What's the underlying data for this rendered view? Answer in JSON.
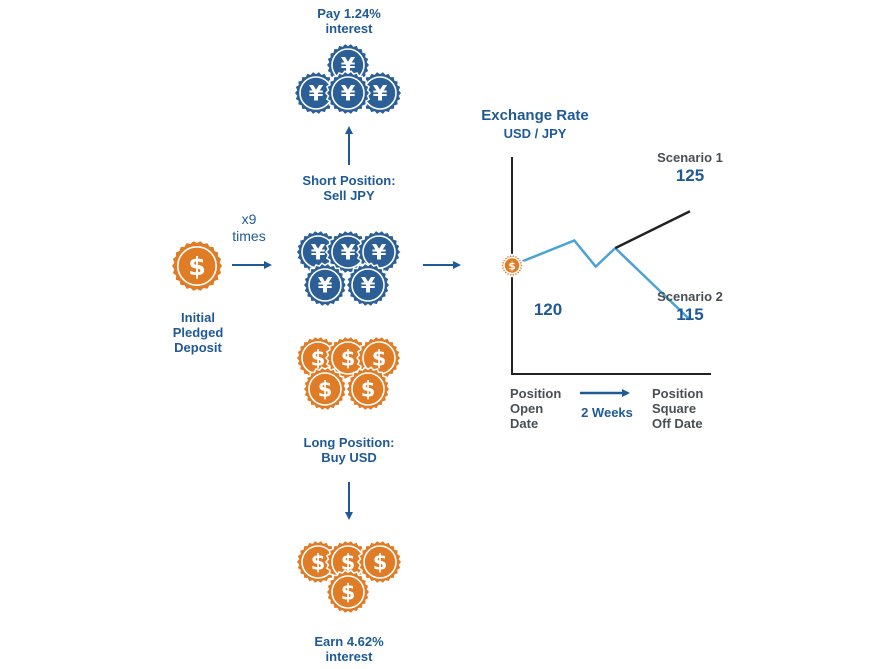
{
  "colors": {
    "blue": "#2b5f96",
    "orange": "#e07b26",
    "text_blue": "#1f5a96",
    "scenario1_line": "#222222",
    "scenario2_line": "#4aa3d6"
  },
  "icons": {
    "yen": "¥",
    "dollar": "$"
  },
  "short_interest": {
    "line1": "Pay 1.24%",
    "line2": "interest"
  },
  "short_position": {
    "line1": "Short Position:",
    "line2": "Sell JPY"
  },
  "leverage": {
    "line1": "x9",
    "line2": "times"
  },
  "deposit": {
    "line1": "Initial",
    "line2": "Pledged",
    "line3": "Deposit"
  },
  "long_position": {
    "line1": "Long Position:",
    "line2": "Buy USD"
  },
  "long_interest": {
    "line1": "Earn 4.62%",
    "line2": "interest"
  },
  "chart_data": {
    "type": "line",
    "title": "Exchange Rate",
    "subtitle": "USD / JPY",
    "start_value": "120",
    "x_start_label": {
      "line1": "Position",
      "line2": "Open",
      "line3": "Date"
    },
    "x_end_label": {
      "line1": "Position",
      "line2": "Square",
      "line3": "Off Date"
    },
    "duration_label": "2 Weeks",
    "series": [
      {
        "name": "Scenario 1",
        "end_value_label": "125",
        "x": [
          0,
          0.35,
          0.47,
          0.58,
          1.0
        ],
        "y": [
          120,
          122.3,
          119.9,
          121.6,
          125
        ]
      },
      {
        "name": "Scenario 2",
        "end_value_label": "115",
        "x": [
          0,
          0.35,
          0.47,
          0.58,
          1.0
        ],
        "y": [
          120,
          122.3,
          119.9,
          121.6,
          115
        ]
      }
    ]
  }
}
